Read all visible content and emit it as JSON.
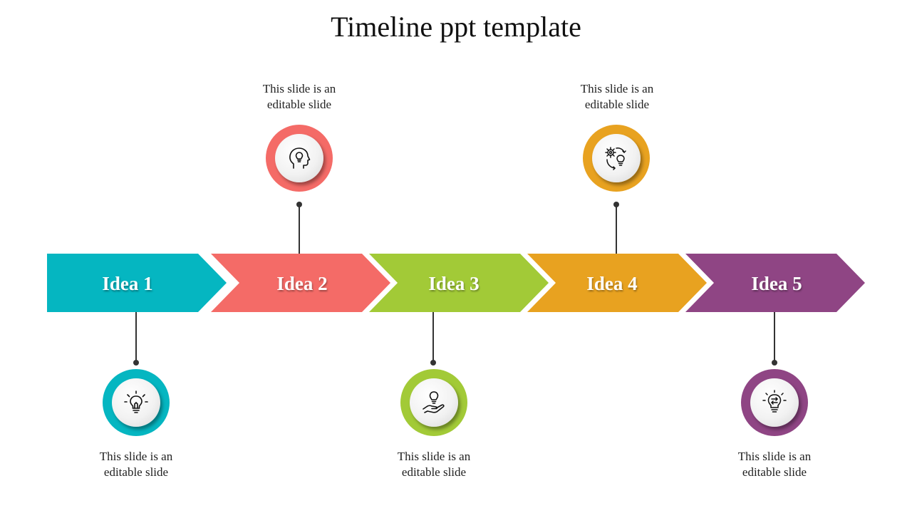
{
  "title": "Timeline ppt template",
  "steps": [
    {
      "label": "Idea 1",
      "color": "#05B6C1",
      "position": "below",
      "caption_line1": "This slide is an",
      "caption_line2": "editable slide",
      "icon": "lightbulb-icon"
    },
    {
      "label": "Idea 2",
      "color": "#F46B67",
      "position": "above",
      "caption_line1": "This slide is an",
      "caption_line2": "editable slide",
      "icon": "head-idea-icon"
    },
    {
      "label": "Idea 3",
      "color": "#A2CA37",
      "position": "below",
      "caption_line1": "This slide is an",
      "caption_line2": "editable slide",
      "icon": "hand-lightbulb-icon"
    },
    {
      "label": "Idea 4",
      "color": "#E8A220",
      "position": "above",
      "caption_line1": "This slide is an",
      "caption_line2": "editable slide",
      "icon": "gear-lightbulb-icon"
    },
    {
      "label": "Idea 5",
      "color": "#8F4584",
      "position": "below",
      "caption_line1": "This slide is an",
      "caption_line2": "editable slide",
      "icon": "lightbulb-arrows-icon"
    }
  ]
}
